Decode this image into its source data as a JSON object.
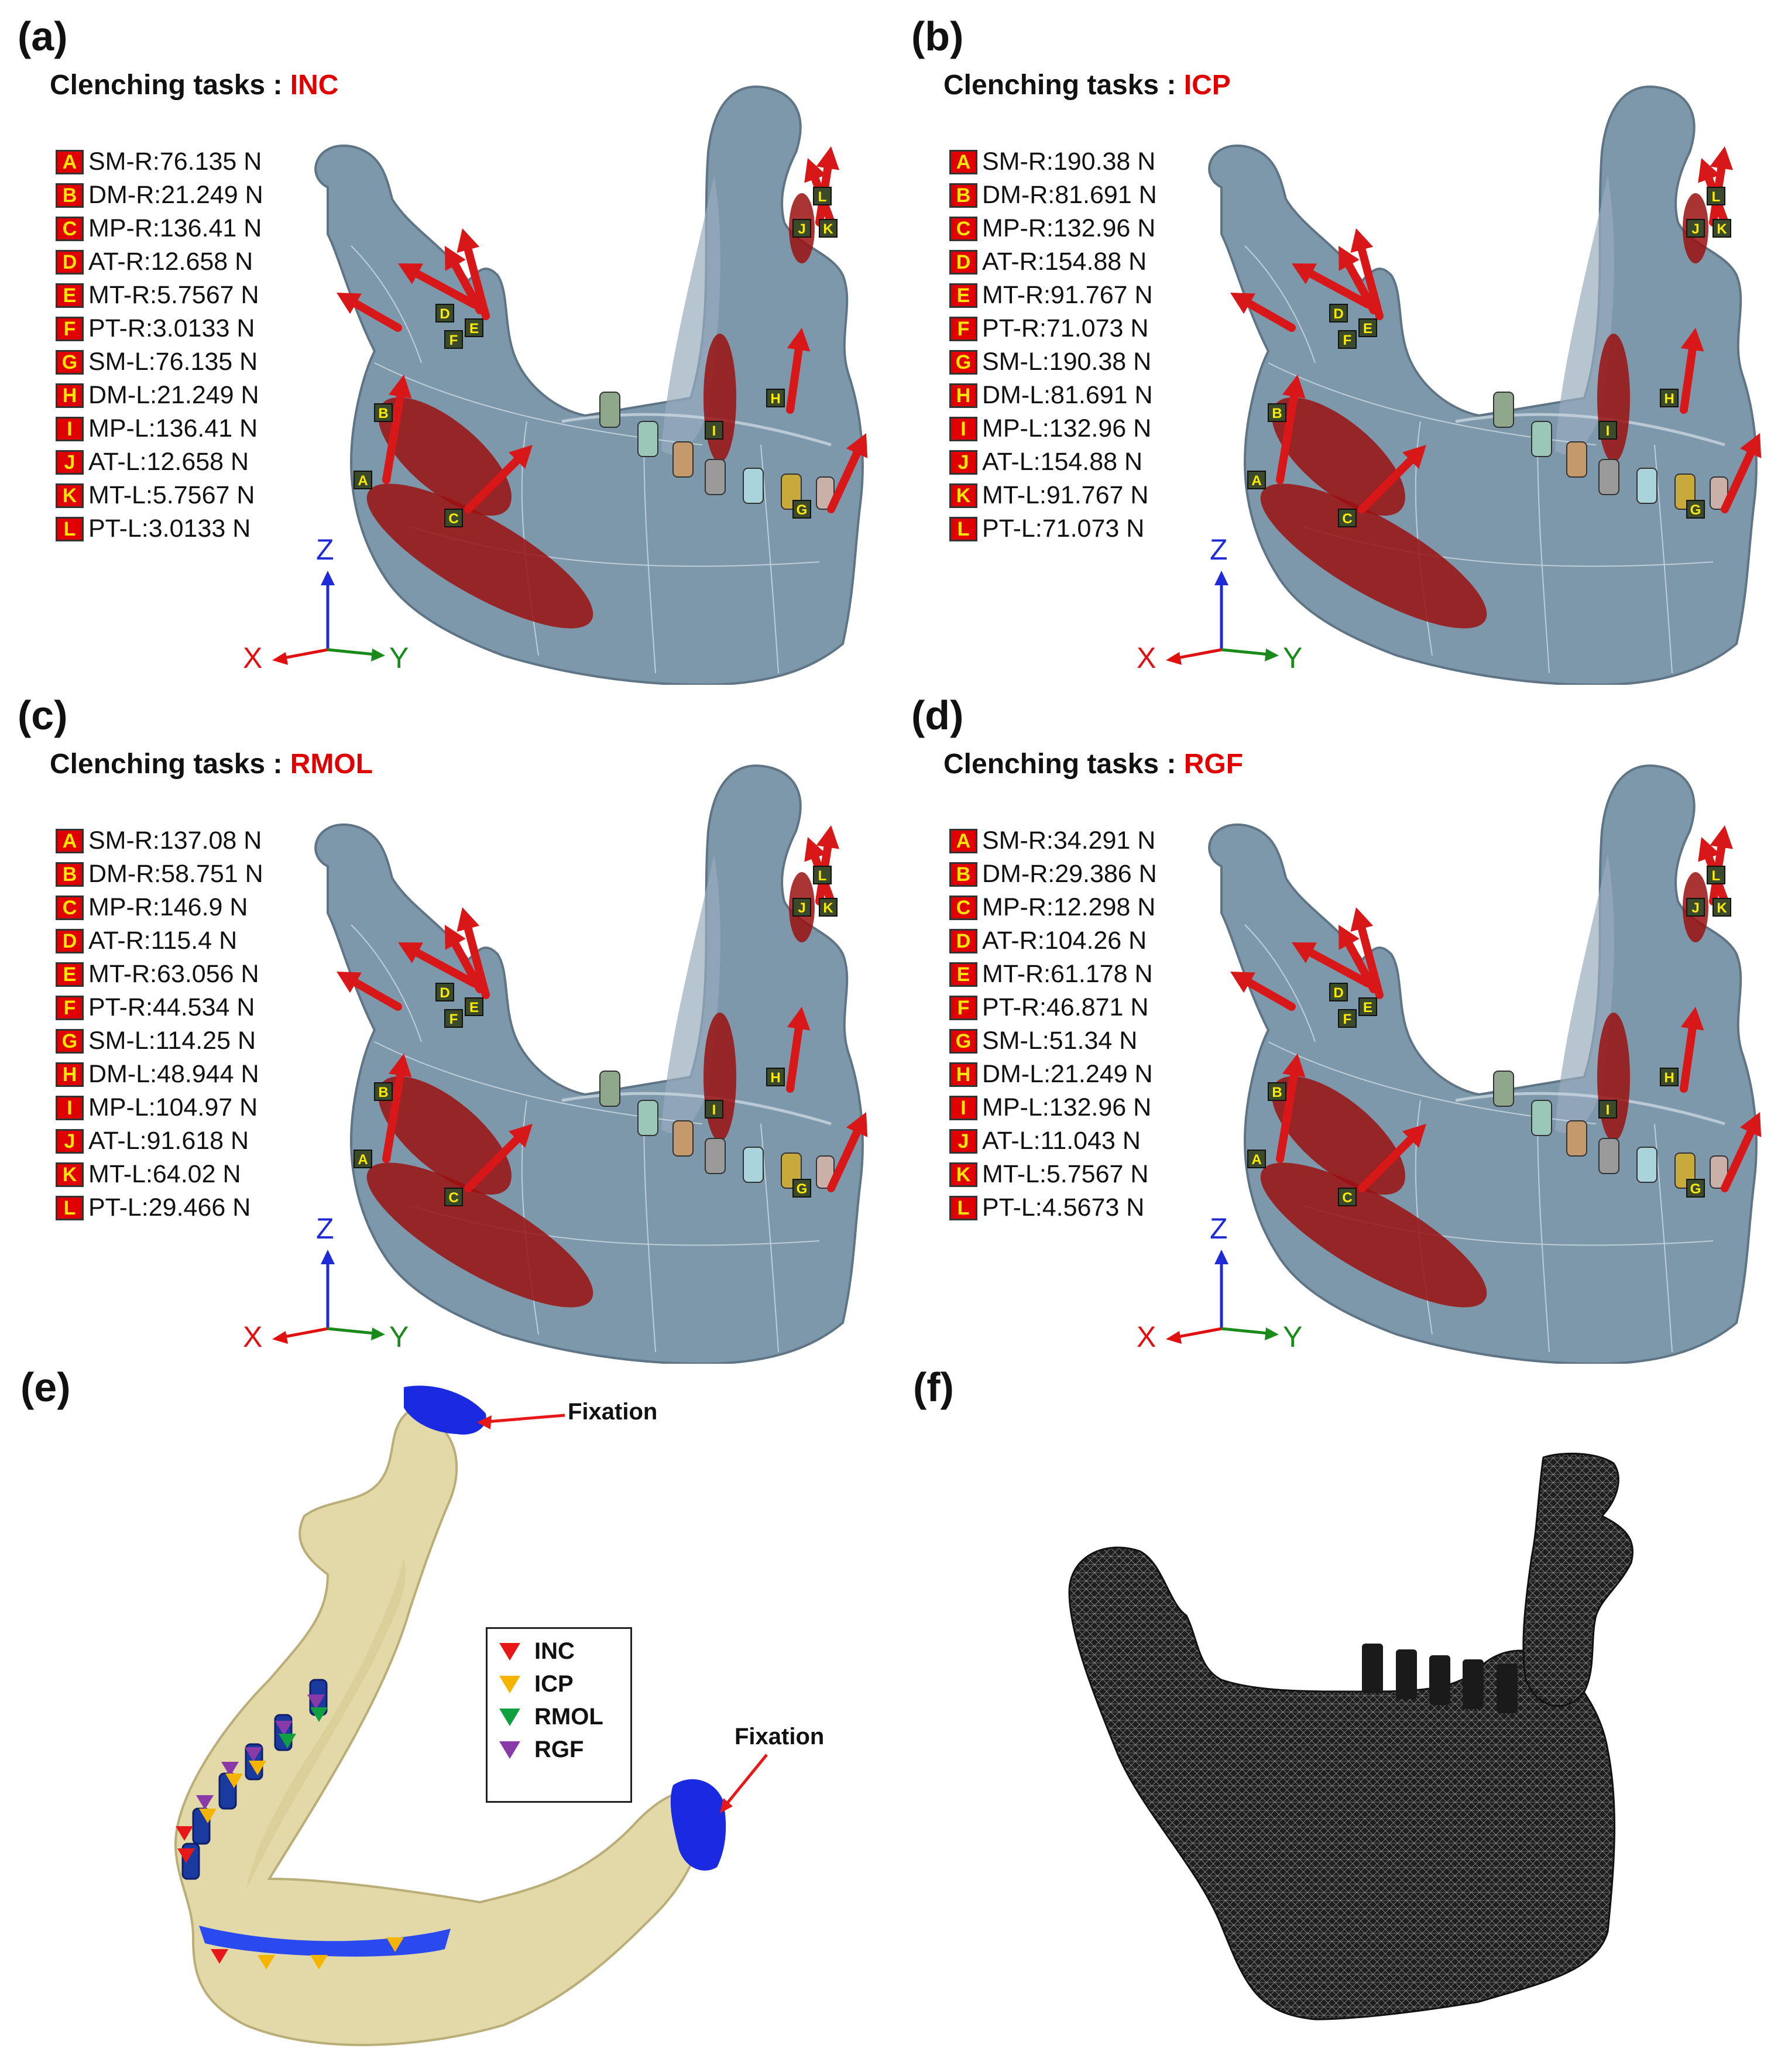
{
  "panels": [
    {
      "label": "(a)",
      "title_prefix": "Clenching tasks : ",
      "task": "INC",
      "forces": [
        {
          "badge": "A",
          "text": "SM-R:76.135  N"
        },
        {
          "badge": "B",
          "text": "DM-R:21.249  N"
        },
        {
          "badge": "C",
          "text": "MP-R:136.41  N"
        },
        {
          "badge": "D",
          "text": "AT-R:12.658  N"
        },
        {
          "badge": "E",
          "text": "MT-R:5.7567  N"
        },
        {
          "badge": "F",
          "text": "PT-R:3.0133  N"
        },
        {
          "badge": "G",
          "text": "SM-L:76.135  N"
        },
        {
          "badge": "H",
          "text": "DM-L:21.249  N"
        },
        {
          "badge": "I",
          "text": "MP-L:136.41  N"
        },
        {
          "badge": "J",
          "text": "AT-L:12.658  N"
        },
        {
          "badge": "K",
          "text": "MT-L:5.7567  N"
        },
        {
          "badge": "L",
          "text": "PT-L:3.0133  N"
        }
      ]
    },
    {
      "label": "(b)",
      "title_prefix": "Clenching tasks : ",
      "task": "ICP",
      "forces": [
        {
          "badge": "A",
          "text": "SM-R:190.38  N"
        },
        {
          "badge": "B",
          "text": "DM-R:81.691  N"
        },
        {
          "badge": "C",
          "text": "MP-R:132.96  N"
        },
        {
          "badge": "D",
          "text": "AT-R:154.88  N"
        },
        {
          "badge": "E",
          "text": "MT-R:91.767  N"
        },
        {
          "badge": "F",
          "text": "PT-R:71.073  N"
        },
        {
          "badge": "G",
          "text": "SM-L:190.38  N"
        },
        {
          "badge": "H",
          "text": "DM-L:81.691  N"
        },
        {
          "badge": "I",
          "text": "MP-L:132.96  N"
        },
        {
          "badge": "J",
          "text": "AT-L:154.88  N"
        },
        {
          "badge": "K",
          "text": "MT-L:91.767  N"
        },
        {
          "badge": "L",
          "text": "PT-L:71.073  N"
        }
      ]
    },
    {
      "label": "(c)",
      "title_prefix": "Clenching tasks : ",
      "task": "RMOL",
      "forces": [
        {
          "badge": "A",
          "text": "SM-R:137.08  N"
        },
        {
          "badge": "B",
          "text": "DM-R:58.751  N"
        },
        {
          "badge": "C",
          "text": "MP-R:146.9  N"
        },
        {
          "badge": "D",
          "text": "AT-R:115.4  N"
        },
        {
          "badge": "E",
          "text": "MT-R:63.056  N"
        },
        {
          "badge": "F",
          "text": "PT-R:44.534  N"
        },
        {
          "badge": "G",
          "text": "SM-L:114.25  N"
        },
        {
          "badge": "H",
          "text": "DM-L:48.944  N"
        },
        {
          "badge": "I",
          "text": "MP-L:104.97  N"
        },
        {
          "badge": "J",
          "text": "AT-L:91.618  N"
        },
        {
          "badge": "K",
          "text": "MT-L:64.02  N"
        },
        {
          "badge": "L",
          "text": "PT-L:29.466  N"
        }
      ]
    },
    {
      "label": "(d)",
      "title_prefix": "Clenching tasks : ",
      "task": "RGF",
      "forces": [
        {
          "badge": "A",
          "text": "SM-R:34.291  N"
        },
        {
          "badge": "B",
          "text": "DM-R:29.386  N"
        },
        {
          "badge": "C",
          "text": "MP-R:12.298  N"
        },
        {
          "badge": "D",
          "text": "AT-R:104.26  N"
        },
        {
          "badge": "E",
          "text": "MT-R:61.178  N"
        },
        {
          "badge": "F",
          "text": "PT-R:46.871  N"
        },
        {
          "badge": "G",
          "text": "SM-L:51.34  N"
        },
        {
          "badge": "H",
          "text": "DM-L:21.249  N"
        },
        {
          "badge": "I",
          "text": "MP-L:132.96  N"
        },
        {
          "badge": "J",
          "text": "AT-L:11.043  N"
        },
        {
          "badge": "K",
          "text": "MT-L:5.7567  N"
        },
        {
          "badge": "L",
          "text": "PT-L:4.5673  N"
        }
      ]
    }
  ],
  "axes": {
    "z": "Z",
    "x": "X",
    "y": "Y"
  },
  "axis_colors": {
    "z": "#1f2bd6",
    "x": "#e01010",
    "y": "#1a8a1a"
  },
  "panel_e": {
    "label": "(e)",
    "fixation_top": "Fixation",
    "fixation_right": "Fixation",
    "legend": [
      {
        "name": "INC",
        "color": "#e81818"
      },
      {
        "name": "ICP",
        "color": "#f5b400"
      },
      {
        "name": "RMOL",
        "color": "#10a040"
      },
      {
        "name": "RGF",
        "color": "#8a3aa8"
      }
    ]
  },
  "panel_f": {
    "label": "(f)"
  },
  "colors": {
    "bone": "#7e98ab",
    "muscle": "#9a1010",
    "arrow": "#d81818",
    "bone_e": "#e3d9a8",
    "fixation": "#1a2ae0",
    "mesh": "#1c1c1c"
  },
  "icons": {
    "arrow": "force-vector-arrow",
    "legend_marker": "triangle-down-icon"
  }
}
